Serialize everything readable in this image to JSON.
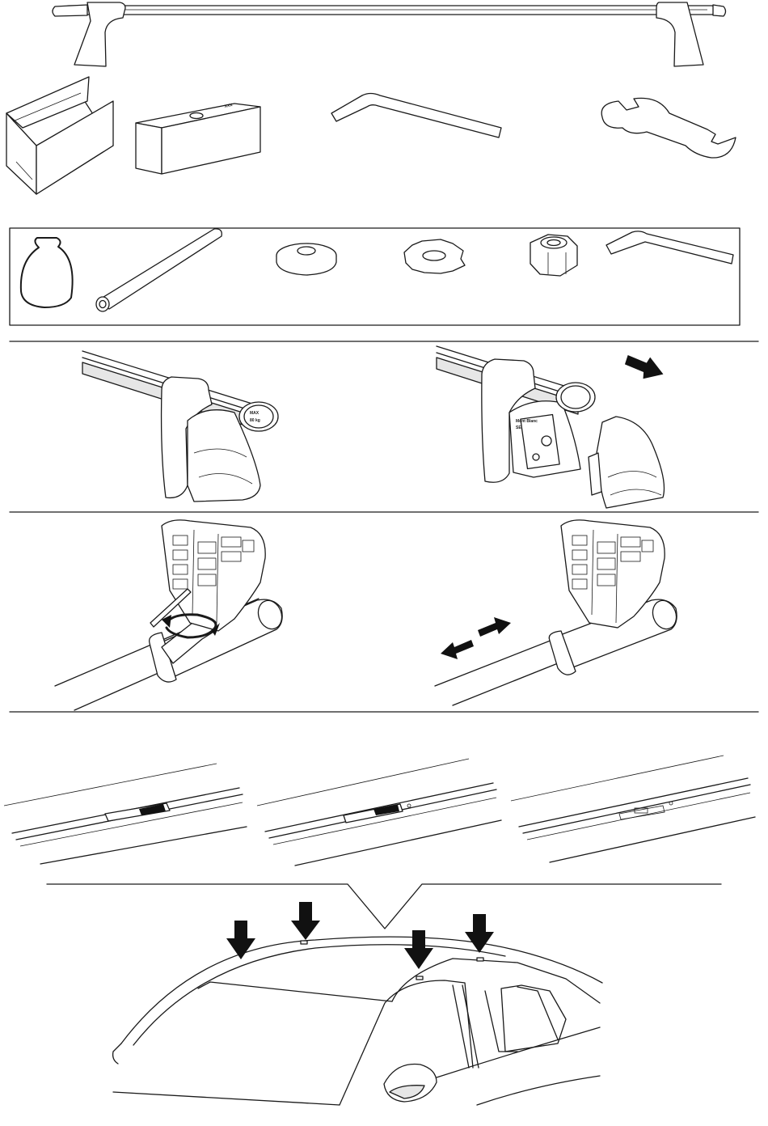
{
  "labels": {
    "cap_line1": "MAX",
    "cap_line2": "80 kg",
    "footpad_line1": "Mont Blanc",
    "footpad_line2": "SE"
  }
}
